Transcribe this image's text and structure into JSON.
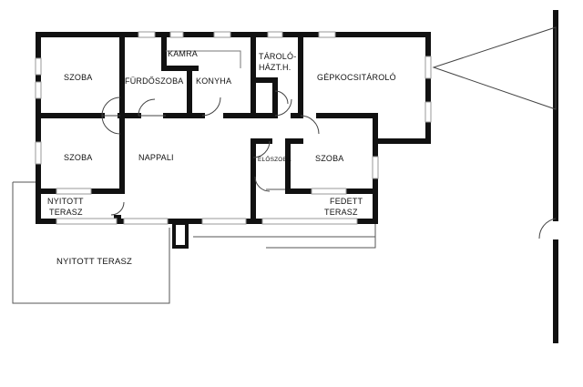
{
  "floor_plan": {
    "rooms": {
      "szoba_top_left": "SZOBA",
      "furdoszoba": "FÜRDŐSZOBA",
      "kamra": "KAMRA",
      "konyha": "KONYHA",
      "tarolo_line1": "TÁROLÓ-",
      "tarolo_line2": "HÁZT.H.",
      "gepkocsitarolo": "GÉPKOCSITÁROLÓ",
      "szoba_mid_left": "SZOBA",
      "nappali": "NAPPALI",
      "eloszoba": "ELŐSZOBA",
      "szoba_right": "SZOBA",
      "nyitott_terasz_small_line1": "NYITOTT",
      "nyitott_terasz_small_line2": "TERASZ",
      "fedett_terasz_line1": "FEDETT",
      "fedett_terasz_line2": "TERASZ",
      "nyitott_terasz_big": "NYITOTT TERASZ"
    },
    "colors": {
      "wall": "#111111",
      "line": "#444444",
      "window": "#bbbbbb",
      "background": "#ffffff"
    }
  }
}
